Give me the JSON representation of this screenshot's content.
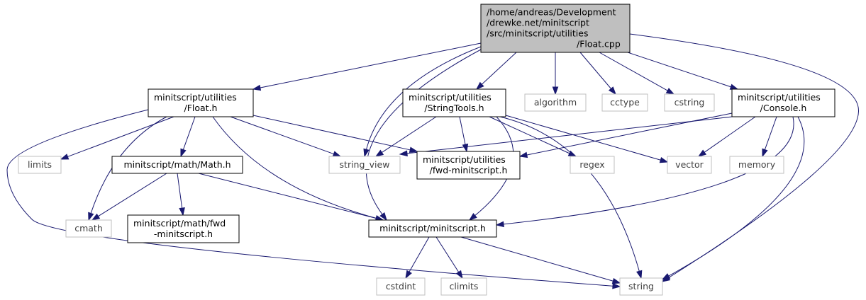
{
  "graph": {
    "nodes": [
      {
        "id": "float_cpp",
        "lines": [
          "/home/andreas/Development",
          "/drewke.net/minitscript",
          "/src/minitscript/utilities",
          "/Float.cpp"
        ],
        "style": "root"
      },
      {
        "id": "float_h",
        "lines": [
          "minitscript/utilities",
          "/Float.h"
        ],
        "style": "local"
      },
      {
        "id": "stringtools_h",
        "lines": [
          "minitscript/utilities",
          "/StringTools.h"
        ],
        "style": "local"
      },
      {
        "id": "algorithm",
        "lines": [
          "algorithm"
        ],
        "style": "system"
      },
      {
        "id": "cctype",
        "lines": [
          "cctype"
        ],
        "style": "system"
      },
      {
        "id": "cstring",
        "lines": [
          "cstring"
        ],
        "style": "system"
      },
      {
        "id": "console_h",
        "lines": [
          "minitscript/utilities",
          "/Console.h"
        ],
        "style": "local"
      },
      {
        "id": "limits",
        "lines": [
          "limits"
        ],
        "style": "system"
      },
      {
        "id": "math_h",
        "lines": [
          "minitscript/math/Math.h"
        ],
        "style": "local"
      },
      {
        "id": "string_view",
        "lines": [
          "string_view"
        ],
        "style": "system"
      },
      {
        "id": "fwd_utilities",
        "lines": [
          "minitscript/utilities",
          "/fwd-minitscript.h"
        ],
        "style": "local"
      },
      {
        "id": "regex",
        "lines": [
          "regex"
        ],
        "style": "system"
      },
      {
        "id": "vector",
        "lines": [
          "vector"
        ],
        "style": "system"
      },
      {
        "id": "memory",
        "lines": [
          "memory"
        ],
        "style": "system"
      },
      {
        "id": "cmath",
        "lines": [
          "cmath"
        ],
        "style": "system"
      },
      {
        "id": "fwd_math",
        "lines": [
          "minitscript/math/fwd",
          "-minitscript.h"
        ],
        "style": "local"
      },
      {
        "id": "minitscript_h",
        "lines": [
          "minitscript/minitscript.h"
        ],
        "style": "local"
      },
      {
        "id": "cstdint",
        "lines": [
          "cstdint"
        ],
        "style": "system"
      },
      {
        "id": "climits",
        "lines": [
          "climits"
        ],
        "style": "system"
      },
      {
        "id": "string",
        "lines": [
          "string"
        ],
        "style": "system"
      }
    ],
    "edges": [
      {
        "from": "float_cpp",
        "to": "float_h"
      },
      {
        "from": "float_cpp",
        "to": "stringtools_h"
      },
      {
        "from": "float_cpp",
        "to": "algorithm"
      },
      {
        "from": "float_cpp",
        "to": "cctype"
      },
      {
        "from": "float_cpp",
        "to": "cstring"
      },
      {
        "from": "float_cpp",
        "to": "console_h"
      },
      {
        "from": "float_cpp",
        "to": "string_view"
      },
      {
        "from": "float_cpp",
        "to": "minitscript_h"
      },
      {
        "from": "float_cpp",
        "to": "string"
      },
      {
        "from": "float_h",
        "to": "limits"
      },
      {
        "from": "float_h",
        "to": "math_h"
      },
      {
        "from": "float_h",
        "to": "cmath"
      },
      {
        "from": "float_h",
        "to": "string_view"
      },
      {
        "from": "float_h",
        "to": "fwd_utilities"
      },
      {
        "from": "float_h",
        "to": "minitscript_h"
      },
      {
        "from": "float_h",
        "to": "string"
      },
      {
        "from": "math_h",
        "to": "cmath"
      },
      {
        "from": "math_h",
        "to": "fwd_math"
      },
      {
        "from": "math_h",
        "to": "minitscript_h"
      },
      {
        "from": "stringtools_h",
        "to": "string_view"
      },
      {
        "from": "stringtools_h",
        "to": "fwd_utilities"
      },
      {
        "from": "stringtools_h",
        "to": "regex"
      },
      {
        "from": "stringtools_h",
        "to": "vector"
      },
      {
        "from": "stringtools_h",
        "to": "minitscript_h"
      },
      {
        "from": "stringtools_h",
        "to": "string"
      },
      {
        "from": "console_h",
        "to": "string_view"
      },
      {
        "from": "console_h",
        "to": "fwd_utilities"
      },
      {
        "from": "console_h",
        "to": "vector"
      },
      {
        "from": "console_h",
        "to": "memory"
      },
      {
        "from": "console_h",
        "to": "minitscript_h"
      },
      {
        "from": "console_h",
        "to": "string"
      },
      {
        "from": "minitscript_h",
        "to": "cstdint"
      },
      {
        "from": "minitscript_h",
        "to": "climits"
      },
      {
        "from": "minitscript_h",
        "to": "string"
      }
    ]
  },
  "colors": {
    "root_fill": "#bfbfbf",
    "root_stroke": "#000000",
    "local_fill": "#ffffff",
    "local_stroke": "#000000",
    "system_fill": "#ffffff",
    "system_stroke": "#bfbfbf",
    "system_text": "#404040",
    "local_text": "#000000",
    "edge": "#191970"
  }
}
